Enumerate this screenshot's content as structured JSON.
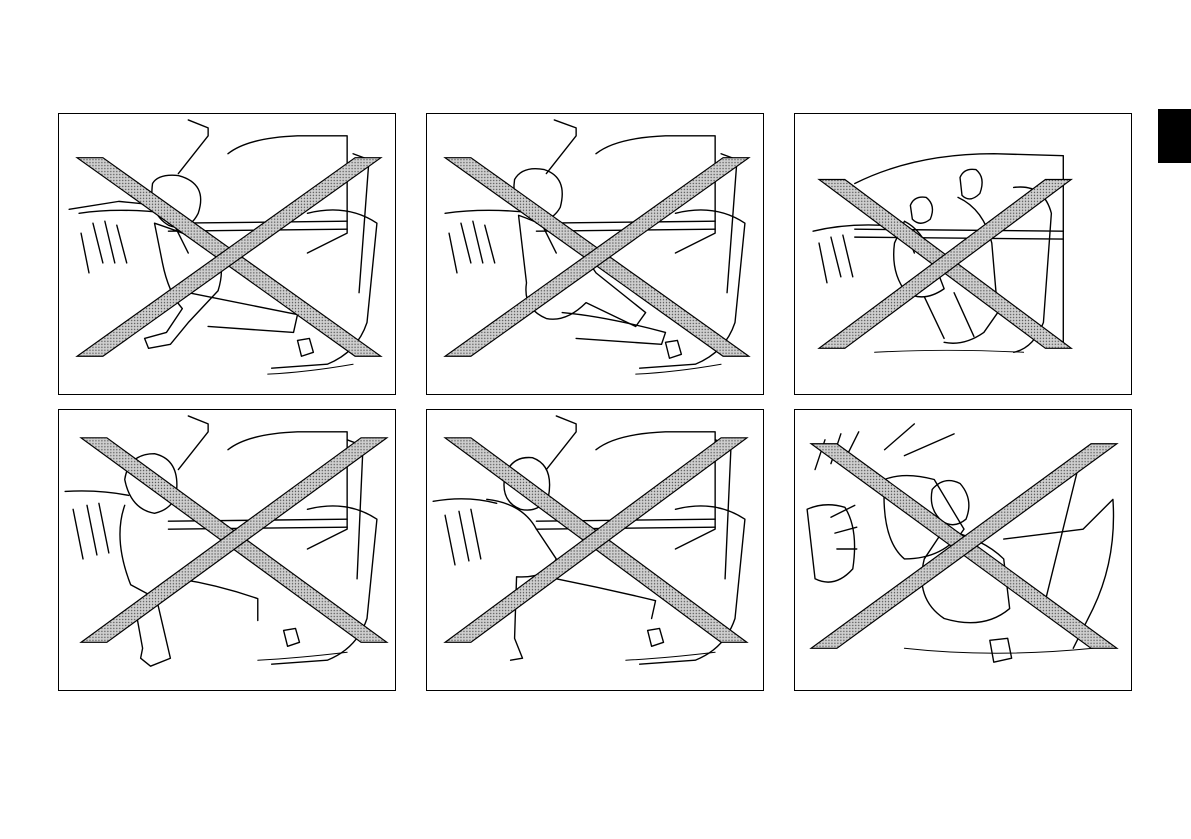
{
  "page": {
    "background": "#ffffff",
    "ink": "#000000"
  },
  "section_tab": {
    "color": "#000000"
  },
  "panels": [
    {
      "id": "p1",
      "scene": "child-standing-front-seat",
      "marked": "x-prohibited"
    },
    {
      "id": "p2",
      "scene": "child-kneeling-front-seat",
      "marked": "x-prohibited"
    },
    {
      "id": "p3",
      "scene": "child-on-lap-front-seat",
      "marked": "x-prohibited"
    },
    {
      "id": "p4",
      "scene": "child-standing-facing-rear",
      "marked": "x-prohibited"
    },
    {
      "id": "p5",
      "scene": "child-kneeling-facing-rear",
      "marked": "x-prohibited"
    },
    {
      "id": "p6",
      "scene": "child-seat-front-airbag",
      "marked": "x-prohibited"
    }
  ],
  "icons": {
    "prohibition": "x-prohibition-icon"
  }
}
